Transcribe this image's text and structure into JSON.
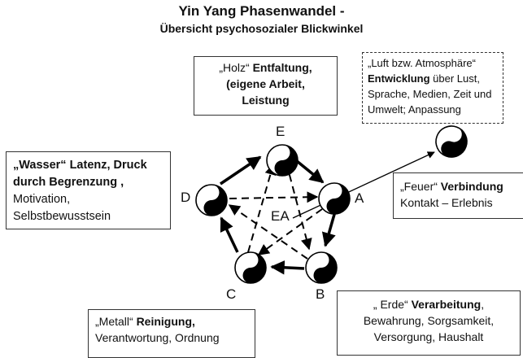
{
  "title": "Yin Yang Phasenwandel -",
  "subtitle": "Übersicht psychosozialer  Blickwinkel",
  "boxes": {
    "holz": {
      "q": "„Holz“",
      "bold": "Entfaltung,",
      "line2": "(eigene Arbeit,",
      "line3": "Leistung"
    },
    "luft": {
      "line1": "„Luft bzw. Atmosphäre“",
      "bold": "Entwicklung",
      "rest": " über Lust,",
      "line3": "Sprache, Medien, Zeit und",
      "line4": "Umwelt;  Anpassung"
    },
    "wasser": {
      "line1": "„Wasser“ Latenz, Druck",
      "line2": "durch Begrenzung ,",
      "line3": "Motivation,",
      "line4": "Selbstbewusstsein"
    },
    "feuer": {
      "q": "„Feuer“",
      "bold": "Verbindung",
      "line2": "Kontakt – Erlebnis"
    },
    "metall": {
      "q": "„Metall“",
      "bold": "Reinigung,",
      "line2": "Verantwortung,  Ordnung"
    },
    "erde": {
      "q": "„ Erde“",
      "bold": "Verarbeitung",
      "comma": ",",
      "line2": "Bewahrung, Sorgsamkeit,",
      "line3": "Versorgung, Haushalt"
    }
  },
  "nodes": {
    "A": "A",
    "B": "B",
    "C": "C",
    "D": "D",
    "E": "E",
    "EA": "EA"
  }
}
